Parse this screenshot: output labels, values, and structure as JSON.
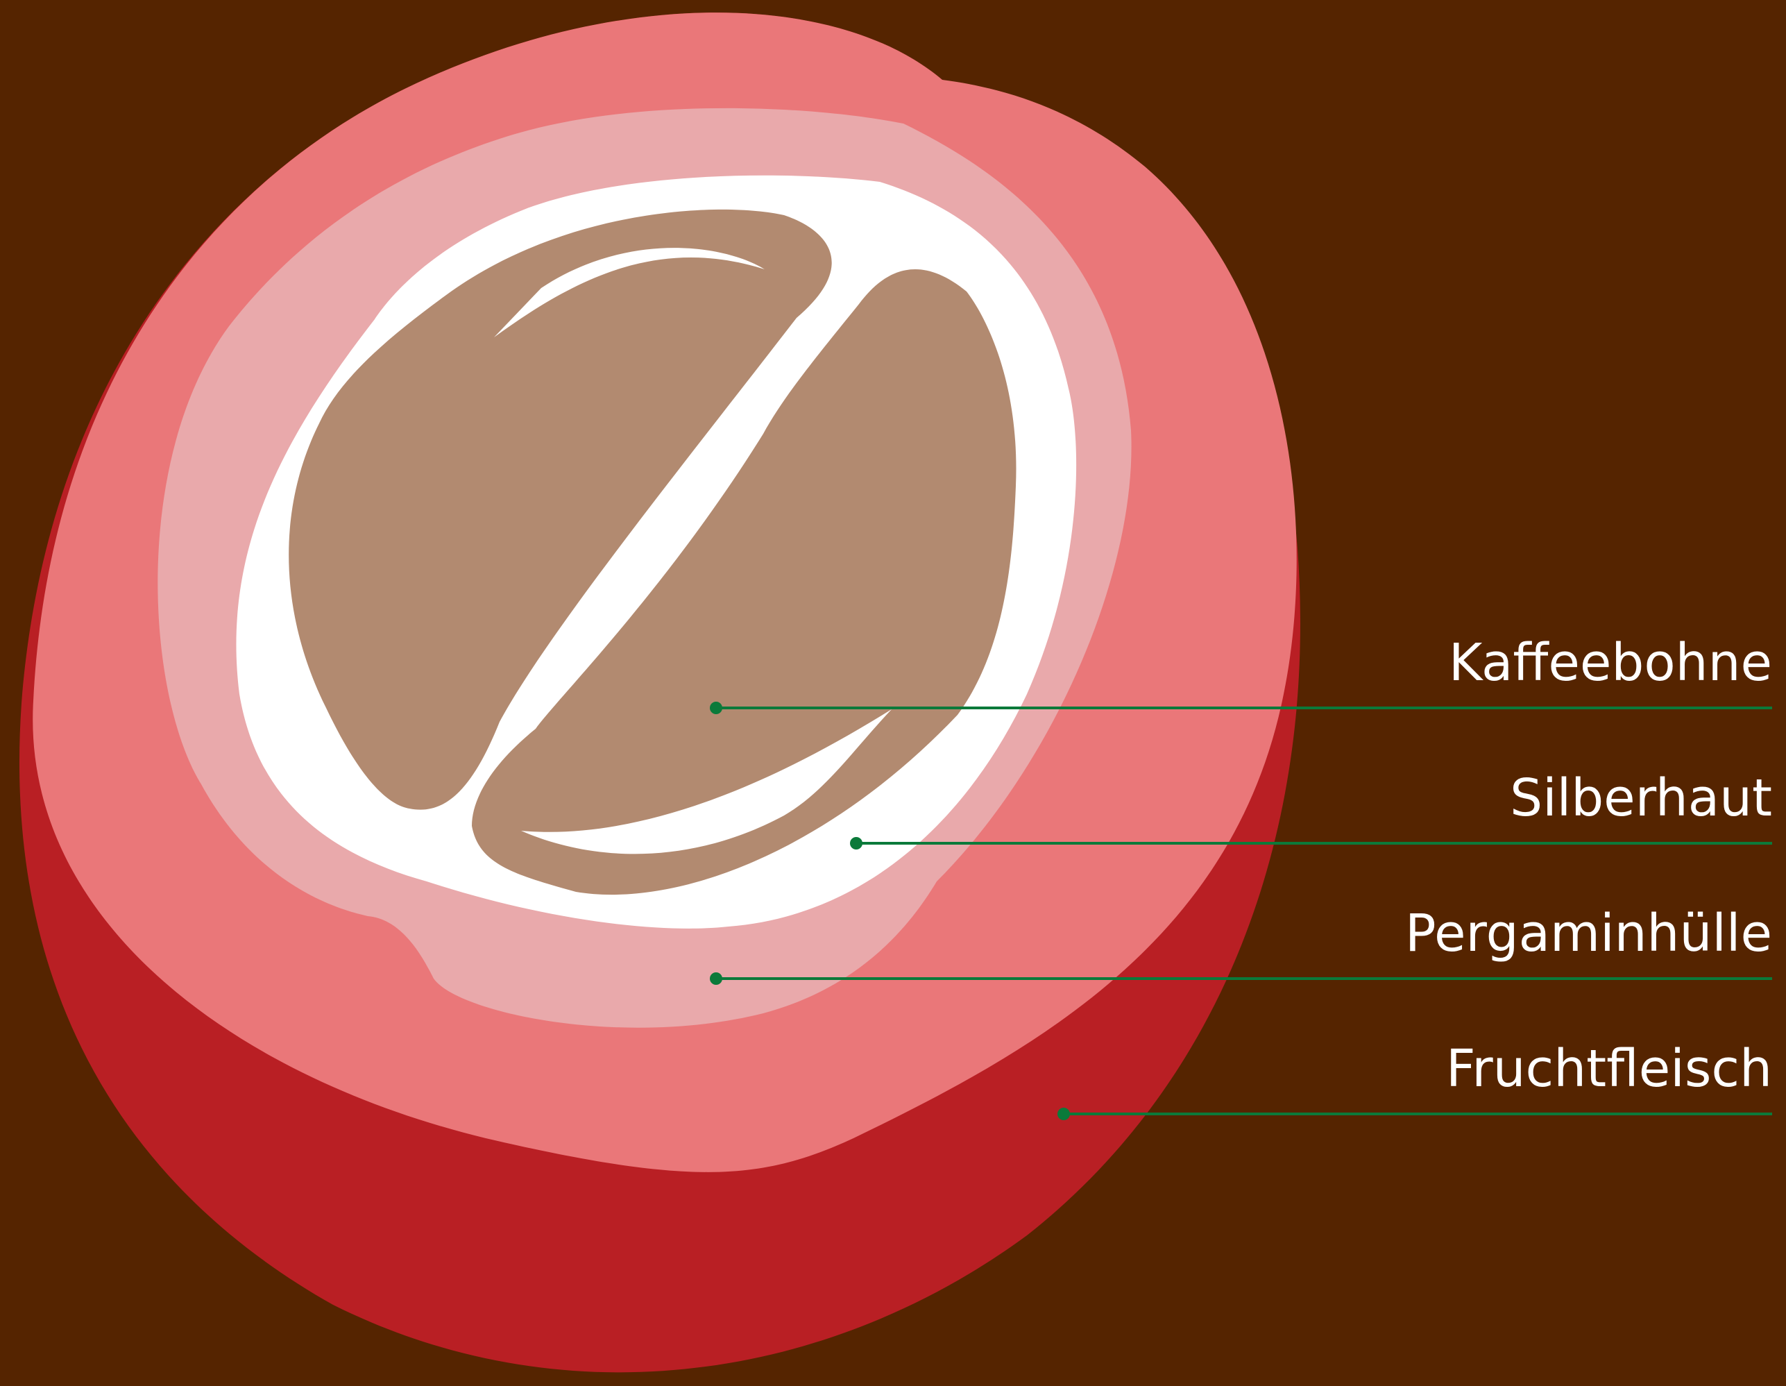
{
  "labels": [
    {
      "id": "kaffeebohne",
      "text": "Kaffeebohne"
    },
    {
      "id": "silberhaut",
      "text": "Silberhaut"
    },
    {
      "id": "pergaminhuelle",
      "text": "Pergaminhülle"
    },
    {
      "id": "fruchtfleisch",
      "text": "Fruchtfleisch"
    }
  ],
  "colors": {
    "background": "#552400",
    "skin": "#b91f24",
    "pulp": "#ea7779",
    "parchment": "#e9a9ab",
    "silverskin": "#ffffff",
    "bean": "#b28a70",
    "leader": "#0b7a3a",
    "label_text": "#ffffff"
  }
}
